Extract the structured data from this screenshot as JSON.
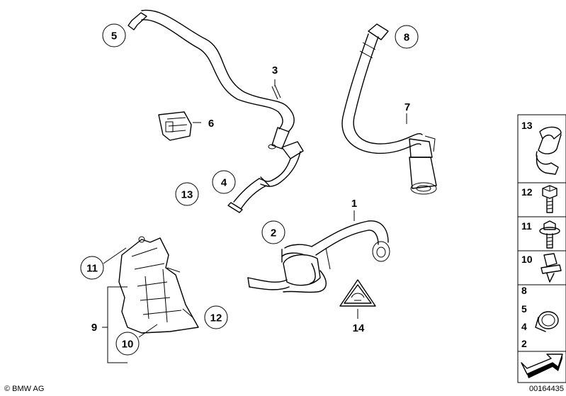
{
  "callouts": [
    {
      "id": "c5",
      "text": "5",
      "circled": true
    },
    {
      "id": "c3",
      "text": "3",
      "circled": false
    },
    {
      "id": "c6",
      "text": "6",
      "circled": false
    },
    {
      "id": "c4",
      "text": "4",
      "circled": true
    },
    {
      "id": "c13",
      "text": "13",
      "circled": true
    },
    {
      "id": "c8",
      "text": "8",
      "circled": true
    },
    {
      "id": "c7",
      "text": "7",
      "circled": false
    },
    {
      "id": "c1",
      "text": "1",
      "circled": false
    },
    {
      "id": "c2",
      "text": "2",
      "circled": true
    },
    {
      "id": "c14",
      "text": "14",
      "circled": false
    },
    {
      "id": "c11",
      "text": "11",
      "circled": true
    },
    {
      "id": "c9",
      "text": "9",
      "circled": false
    },
    {
      "id": "c12",
      "text": "12",
      "circled": true
    },
    {
      "id": "c10",
      "text": "10",
      "circled": true
    }
  ],
  "legend": [
    {
      "id": "l13",
      "labels": [
        "13"
      ],
      "icon": "hose-clamp-bracket-icon"
    },
    {
      "id": "l12",
      "labels": [
        "12"
      ],
      "icon": "hex-bolt-icon"
    },
    {
      "id": "l11",
      "labels": [
        "11"
      ],
      "icon": "flange-bolt-icon"
    },
    {
      "id": "l10",
      "labels": [
        "10"
      ],
      "icon": "expanding-rivet-icon"
    },
    {
      "id": "l8",
      "labels": [
        "8",
        "5",
        "4",
        "2"
      ],
      "icon": "hose-clip-icon"
    }
  ],
  "footer": {
    "copyright": "© BMW AG",
    "diagram_number": "00164435"
  }
}
